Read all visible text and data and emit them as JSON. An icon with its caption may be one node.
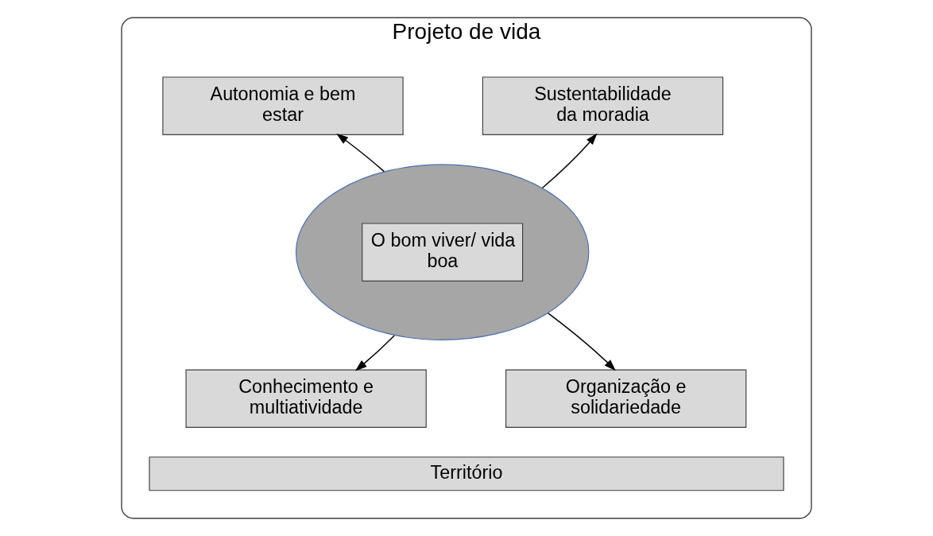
{
  "diagram": {
    "nodes": [
      {
        "text": [
          "Projeto de vida"
        ]
      },
      {
        "text": [
          "Sustentabilidade da moradia"
        ],
        "in": 0
      },
      {
        "text": [
          "Autonomia e bem estar"
        ],
        "in": 0
      },
      {
        "text": [
          "O bom viver/ vida boa"
        ],
        "in": 0
      },
      {
        "text": [
          "Conhecimento e multiatividade"
        ],
        "in": 0
      },
      {
        "text": [
          "Organização e solidariedade"
        ],
        "in": 0
      },
      {
        "text": [
          "Território"
        ],
        "in": 0
      }
    ],
    "edges": [
      {
        "from": 3,
        "to": 1,
        "arrow": "to"
      },
      {
        "from": 3,
        "to": 2,
        "arrow": "to"
      },
      {
        "from": 3,
        "to": 4,
        "arrow": "to"
      },
      {
        "from": 3,
        "to": 5,
        "arrow": "to"
      }
    ]
  }
}
